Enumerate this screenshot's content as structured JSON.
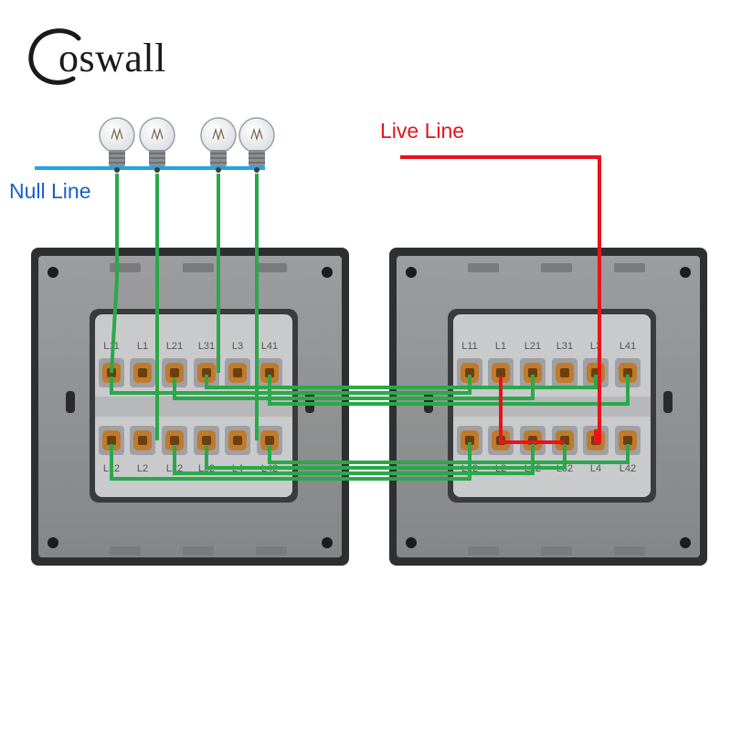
{
  "brand": {
    "name": "Coswall",
    "initial": "C",
    "rest": "oswall"
  },
  "labels": {
    "null_line": "Null Line",
    "live_line": "Live Line"
  },
  "colors": {
    "null_line": "#1fa7e0",
    "null_text": "#1a5fc8",
    "live_line": "#e8131b",
    "live_text": "#e8131b",
    "signal_wire": "#2aa84a",
    "panel_frame": "#2e2f33",
    "panel_plate": "#8f9092",
    "terminal_block": "#c9cacc",
    "terminal_screw": "#c07a2c"
  },
  "icons": {
    "lamp": "light-bulb-icon",
    "screw": "terminal-screw-icon",
    "mount": "mounting-hole-icon"
  },
  "switches": [
    {
      "name": "left-switch",
      "top_labels": [
        "L11",
        "L1",
        "L21",
        "L31",
        "L3",
        "L41"
      ],
      "bottom_labels": [
        "L12",
        "L2",
        "L22",
        "L32",
        "L4",
        "L42"
      ]
    },
    {
      "name": "right-switch",
      "top_labels": [
        "L11",
        "L1",
        "L21",
        "L31",
        "L3",
        "L41"
      ],
      "bottom_labels": [
        "L12",
        "L2",
        "L22",
        "L32",
        "L4",
        "L42"
      ]
    }
  ]
}
